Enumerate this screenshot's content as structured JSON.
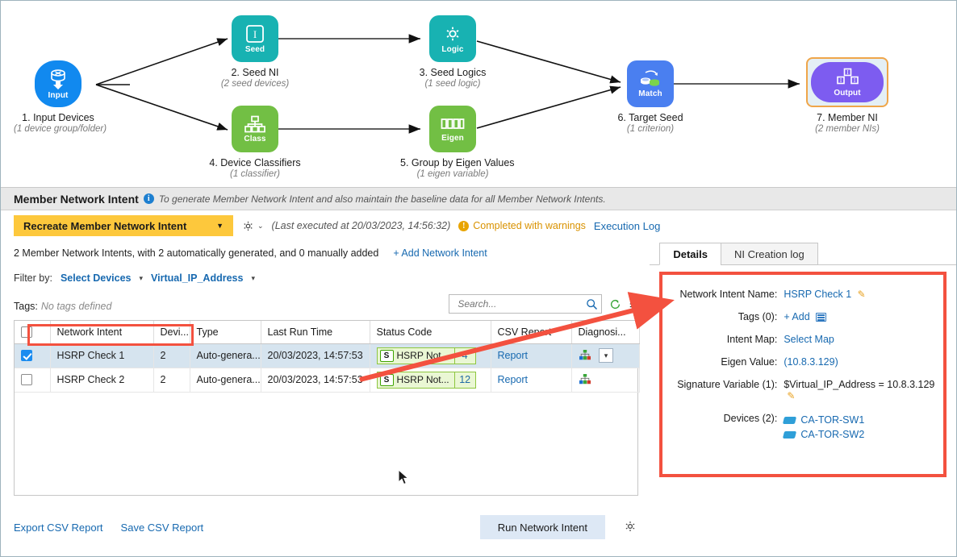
{
  "diagram": {
    "nodes": [
      {
        "id": "input",
        "cap": "Input",
        "label": "1. Input Devices",
        "sub": "(1 device group/folder)",
        "color": "#1189ef",
        "icon": "database-download-icon"
      },
      {
        "id": "seed",
        "cap": "Seed",
        "label": "2. Seed NI",
        "sub": "(2 seed devices)",
        "color": "#18b2b2",
        "icon": "seed-box-icon"
      },
      {
        "id": "logic",
        "cap": "Logic",
        "label": "3. Seed Logics",
        "sub": "(1 seed logic)",
        "color": "#18b2b2",
        "icon": "gear-icon"
      },
      {
        "id": "class",
        "cap": "Class",
        "label": "4. Device Classifiers",
        "sub": "(1 classifier)",
        "color": "#72bf44",
        "icon": "hierarchy-icon"
      },
      {
        "id": "eigen",
        "cap": "Eigen",
        "label": "5. Group by Eigen Values",
        "sub": "(1 eigen variable)",
        "color": "#72bf44",
        "icon": "squares-icon"
      },
      {
        "id": "match",
        "cap": "Match",
        "label": "6. Target Seed",
        "sub": "(1 criterion)",
        "color": "#4a7ff0",
        "icon": "match-disks-icon"
      },
      {
        "id": "output",
        "cap": "Output",
        "label": "7. Member NI",
        "sub": "(2 member NIs)",
        "color": "#7d5cf0",
        "icon": "output-blocks-icon"
      }
    ],
    "colors": {
      "blue": "#1189ef",
      "teal": "#18b2b2",
      "green": "#72bf44",
      "match_blue": "#4a7ff0",
      "purple": "#7d5cf0",
      "output_frame": "#efa64a",
      "output_frame_bg": "#e4eff5"
    }
  },
  "section": {
    "title": "Member Network Intent",
    "info_icon": "info-icon",
    "description": "To generate Member Network Intent and also maintain the baseline data for all Member Network Intents."
  },
  "action_bar": {
    "recreate_label": "Recreate Member Network Intent",
    "recreate_caret": "▼",
    "gear_icon": "gear-icon",
    "gear_caret": "⌄",
    "last_executed": "(Last executed at 20/03/2023, 14:56:32)",
    "status_warning": "Completed with warnings",
    "warning_icon": "warning-icon",
    "execution_log": "Execution Log",
    "colors": {
      "recreate_bg": "#fdc83c",
      "warning": "#d99200",
      "link": "#1769b0"
    }
  },
  "left": {
    "summary": "2 Member Network Intents, with 2 automatically generated, and 0 manually added",
    "add_network_intent": "+ Add Network Intent",
    "filter_label": "Filter by:",
    "filter_select_devices": "Select Devices",
    "filter_virtual_ip": "Virtual_IP_Address",
    "tags_label": "Tags:",
    "tags_value": "No tags defined",
    "search_placeholder": "Search...",
    "search_value": "",
    "search_icon": "search-icon",
    "refresh_icon": "refresh-icon",
    "menu_icon": "hamburger-menu-icon"
  },
  "table": {
    "columns": [
      "Network Intent",
      "Devi...",
      "Type",
      "Last Run Time",
      "Status Code",
      "CSV Report",
      "Diagnosi..."
    ],
    "rows": [
      {
        "checked": true,
        "network_intent": "HSRP Check 1",
        "devices": "2",
        "type": "Auto-genera...",
        "last_run_time": "20/03/2023, 14:57:53",
        "status_icon": "S",
        "status_text": "HSRP Not...",
        "status_count": "4",
        "csv_report": "Report",
        "has_dropdown": true
      },
      {
        "checked": false,
        "network_intent": "HSRP Check 2",
        "devices": "2",
        "type": "Auto-genera...",
        "last_run_time": "20/03/2023, 14:57:53",
        "status_icon": "S",
        "status_text": "HSRP Not...",
        "status_count": "12",
        "csv_report": "Report",
        "has_dropdown": false
      }
    ]
  },
  "footer": {
    "export_csv": "Export CSV Report",
    "save_csv": "Save CSV Report",
    "run_network_intent": "Run Network Intent",
    "gear_icon": "gear-icon"
  },
  "right": {
    "tabs": [
      {
        "label": "Details",
        "active": true
      },
      {
        "label": "NI Creation log",
        "active": false
      }
    ],
    "details": {
      "network_intent_name_label": "Network Intent Name:",
      "network_intent_name_value": "HSRP Check 1",
      "tags_label": "Tags (0):",
      "tags_add": "+ Add",
      "intent_map_label": "Intent Map:",
      "intent_map_value": "Select Map",
      "eigen_value_label": "Eigen Value:",
      "eigen_value_value": "(10.8.3.129)",
      "signature_variable_label": "Signature Variable (1):",
      "signature_variable_value": "$Virtual_IP_Address = 10.8.3.129",
      "devices_label": "Devices (2):",
      "devices": [
        "CA-TOR-SW1",
        "CA-TOR-SW2"
      ]
    },
    "highlight_color": "#f3513f"
  }
}
